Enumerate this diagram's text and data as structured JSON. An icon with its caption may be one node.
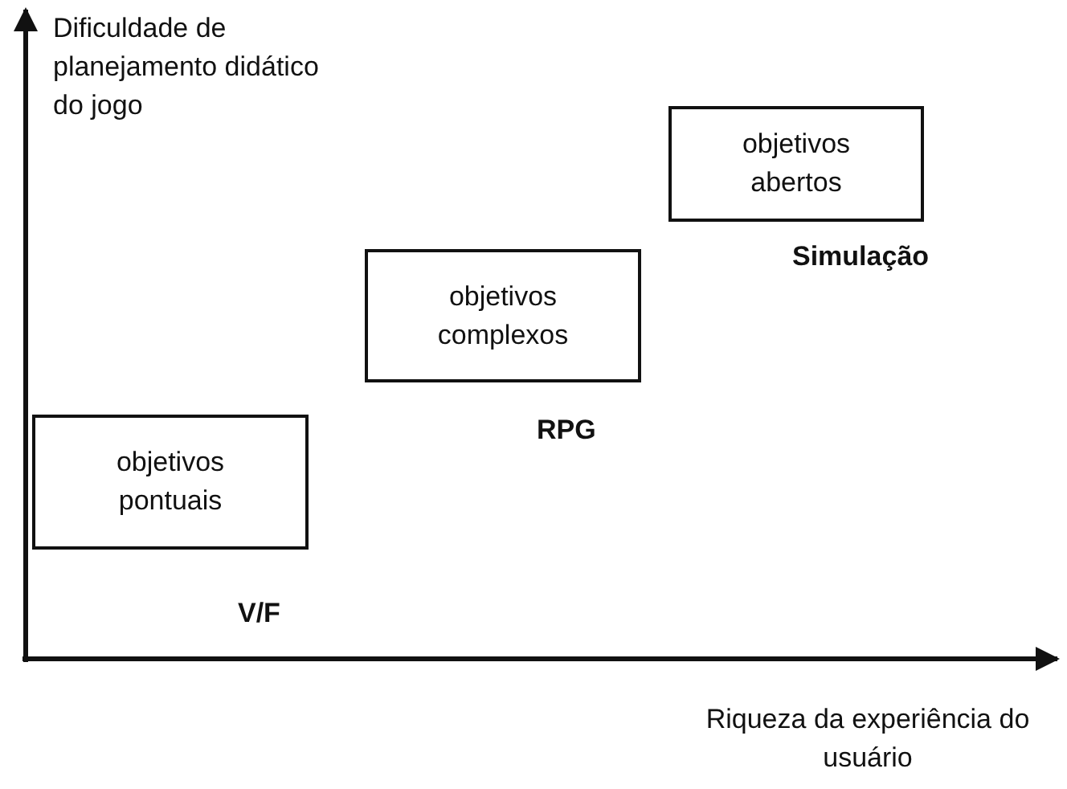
{
  "diagram": {
    "nodes": [
      {
        "text": [
          "objetivos pontuais"
        ],
        "beside": [
          "V/F"
        ]
      },
      {
        "text": [
          "objetivos complexos"
        ],
        "beside": [
          "RPG"
        ]
      },
      {
        "text": [
          "objetivos abertos"
        ],
        "beside": [
          "Simulação"
        ]
      }
    ],
    "labels": [
      "Dificuldade de planejamento didático do jogo",
      "Riqueza da experiência do usuário"
    ]
  }
}
